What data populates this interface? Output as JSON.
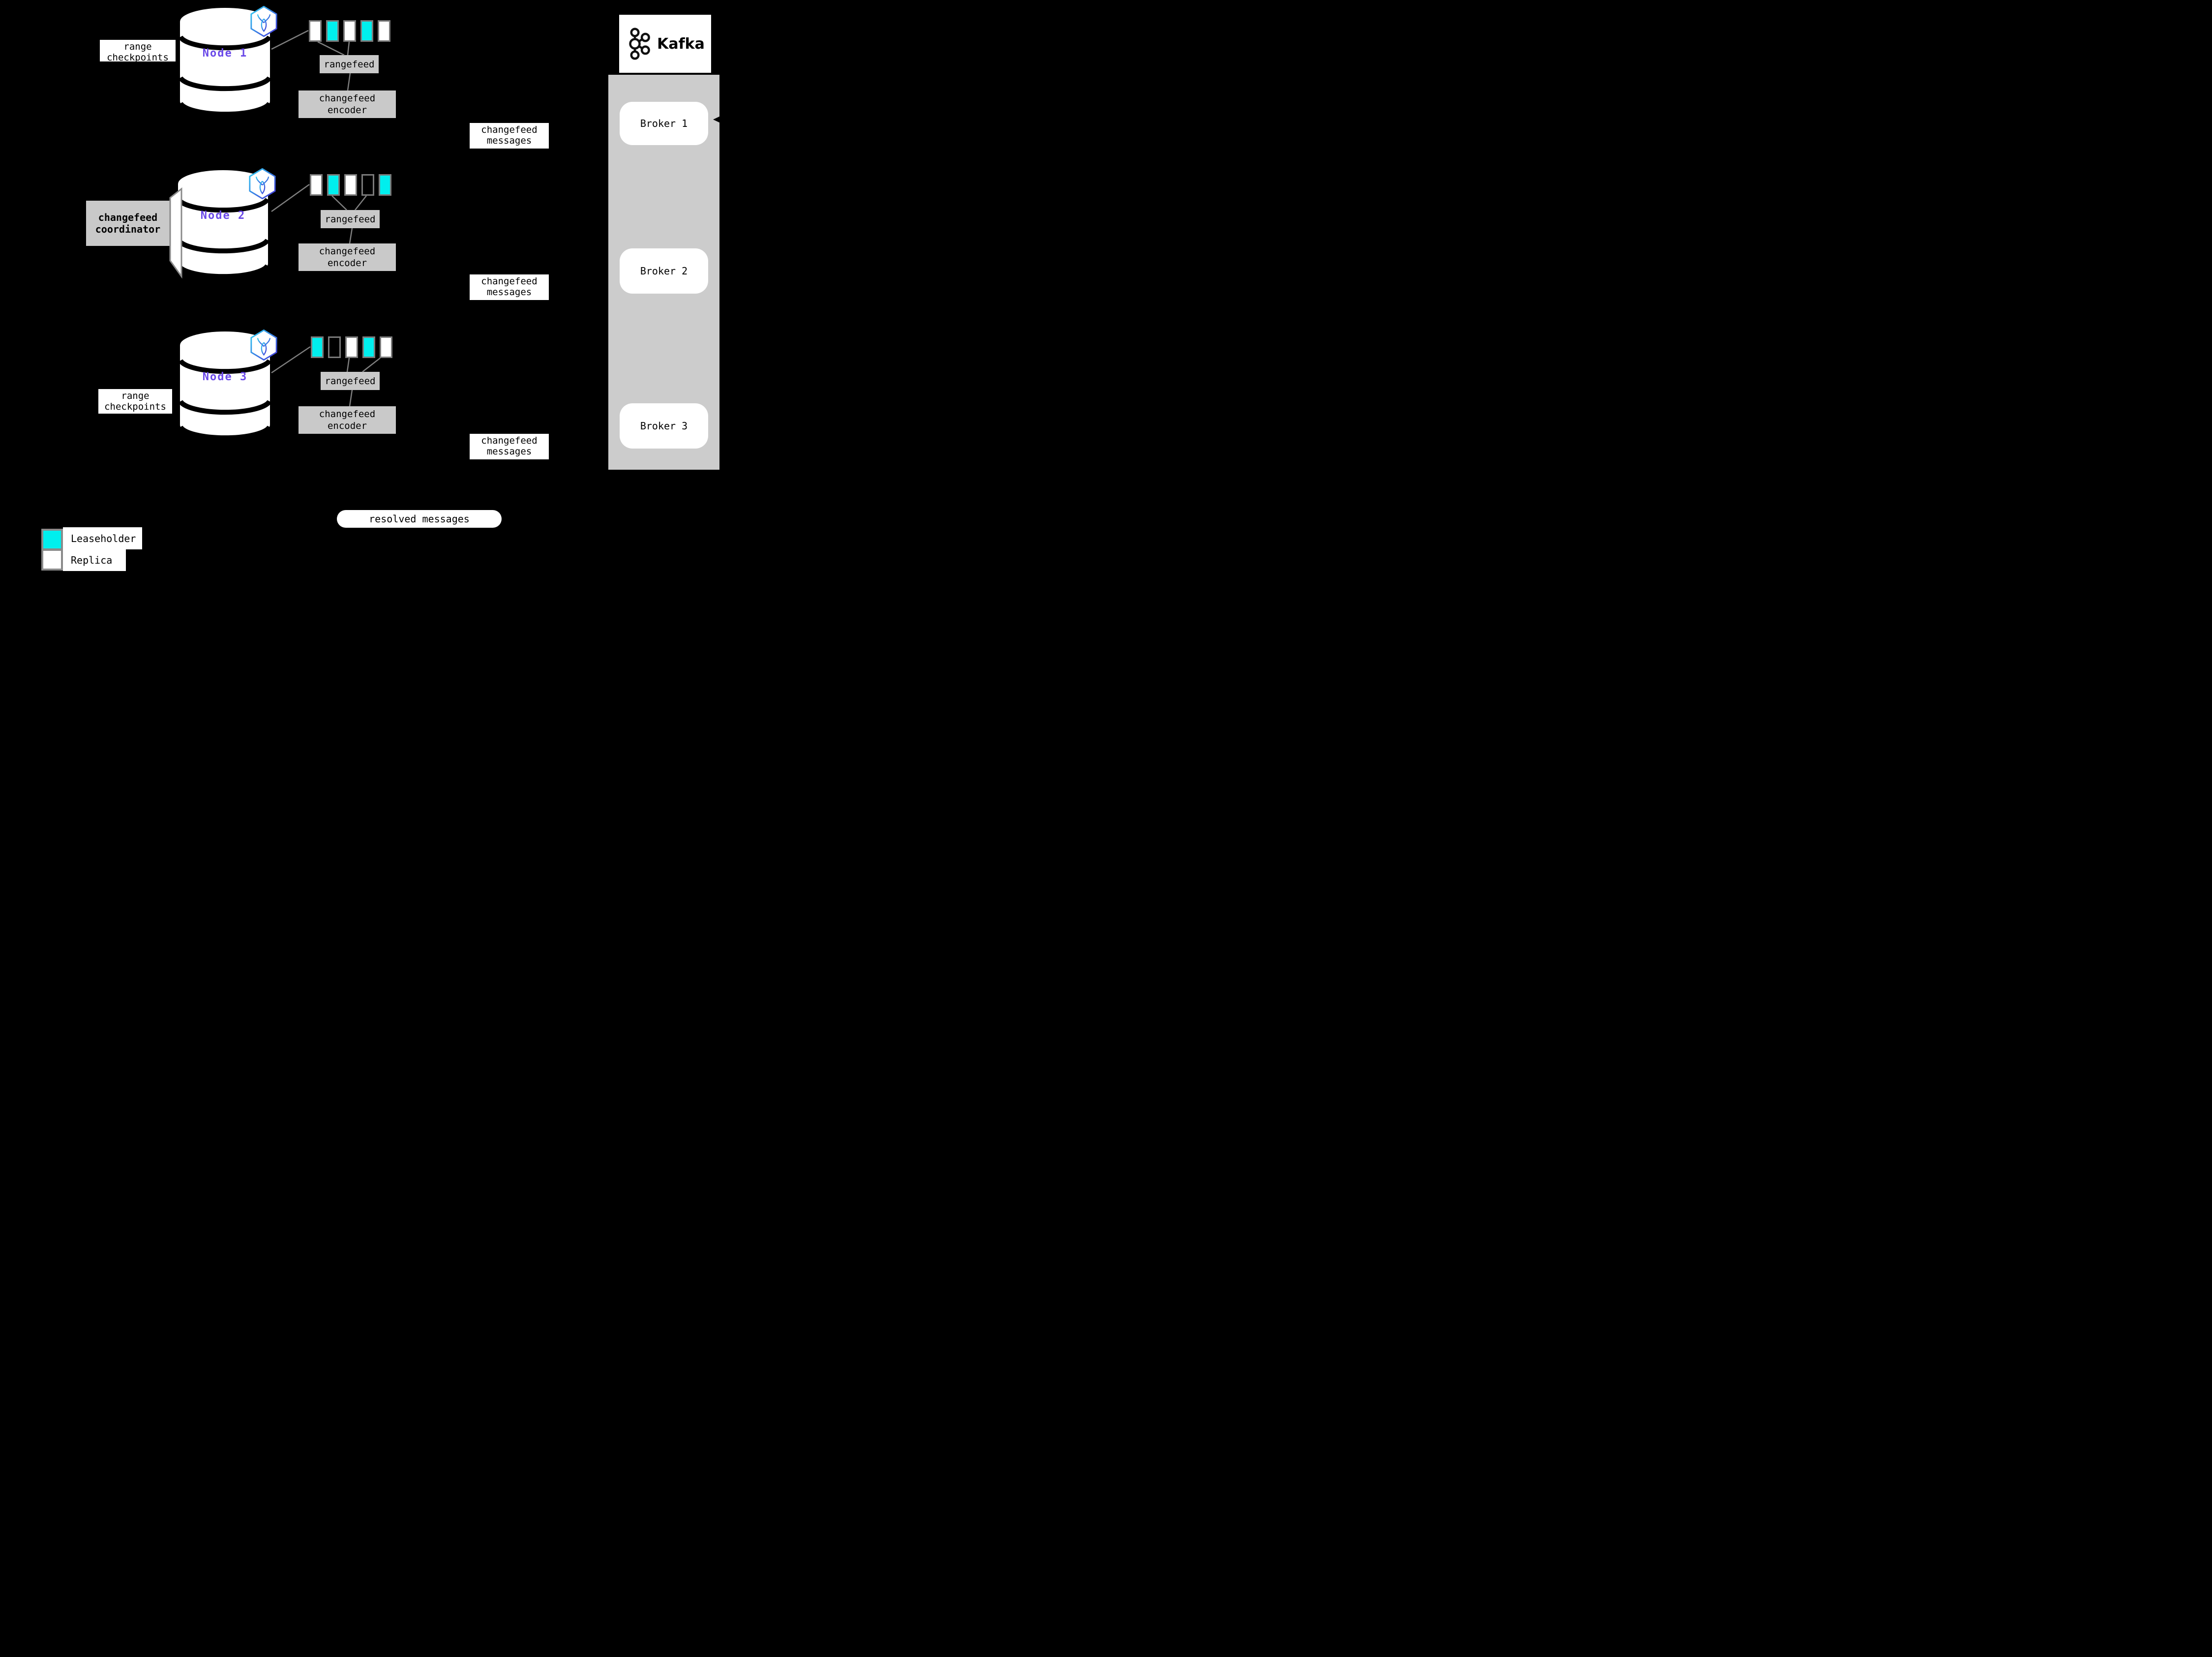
{
  "colors": {
    "leaseholder": "#00efee",
    "replica": "#ffffff",
    "panel": "#cccccc",
    "box": "#c9c9c9",
    "line": "#7f7f7f",
    "node-text": "#6a49e8"
  },
  "icons": {
    "node_badge": "cockroachdb-hexagon-logo",
    "kafka_logo": "kafka-circles-logo"
  },
  "nodes": [
    {
      "name": "Node 1",
      "side_label_line1": "range",
      "side_label_line2": "checkpoints",
      "ranges": [
        "replica",
        "leaseholder",
        "replica",
        "leaseholder",
        "replica"
      ],
      "rangefeed": "rangefeed",
      "encoder_line1": "changefeed",
      "encoder_line2": "encoder",
      "messages_line1": "changefeed",
      "messages_line2": "messages"
    },
    {
      "name": "Node 2",
      "ranges": [
        "replica",
        "leaseholder",
        "replica",
        "none",
        "leaseholder"
      ],
      "rangefeed": "rangefeed",
      "encoder_line1": "changefeed",
      "encoder_line2": "encoder",
      "messages_line1": "changefeed",
      "messages_line2": "messages"
    },
    {
      "name": "Node 3",
      "side_label_line1": "range",
      "side_label_line2": "checkpoints",
      "ranges": [
        "leaseholder",
        "none",
        "replica",
        "leaseholder",
        "replica"
      ],
      "rangefeed": "rangefeed",
      "encoder_line1": "changefeed",
      "encoder_line2": "encoder",
      "messages_line1": "changefeed",
      "messages_line2": "messages"
    }
  ],
  "coordinator": {
    "line1": "changefeed",
    "line2": "coordinator"
  },
  "kafka": {
    "logo_text": "Kafka",
    "brokers": [
      {
        "label": "Broker 1"
      },
      {
        "label": "Broker 2"
      },
      {
        "label": "Broker 3"
      }
    ]
  },
  "resolved_label": "resolved messages",
  "legend": {
    "items": [
      {
        "label": "Leaseholder",
        "color": "#00efee"
      },
      {
        "label": "Replica",
        "color": "#ffffff"
      }
    ]
  }
}
